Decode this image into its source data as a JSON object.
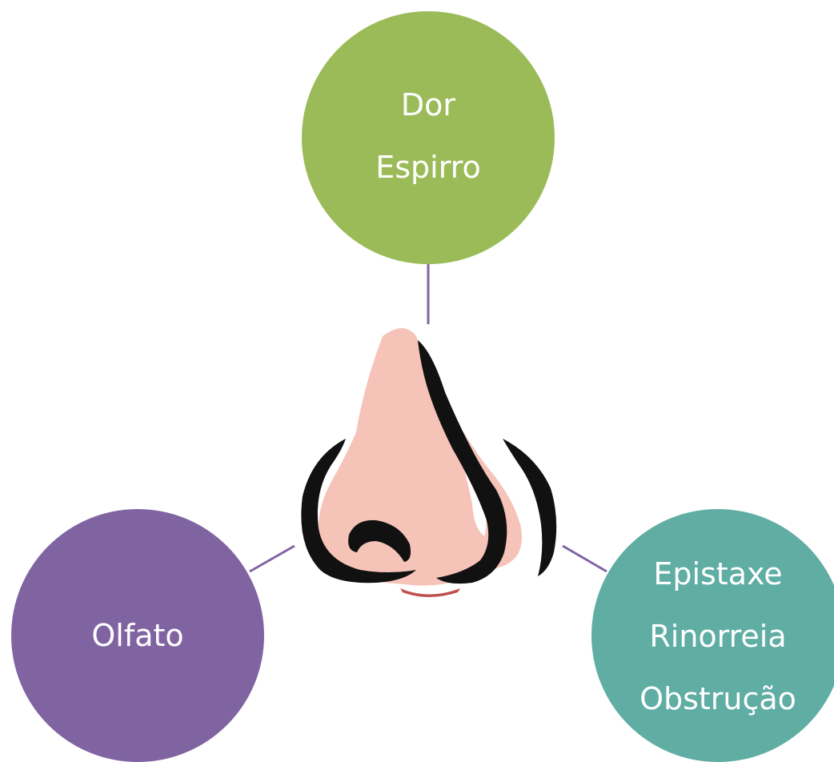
{
  "diagram": {
    "nodes": [
      {
        "id": "top",
        "lines": [
          "Dor",
          "Espirro"
        ],
        "color": "#9bbb59"
      },
      {
        "id": "left",
        "lines": [
          "Olfato"
        ],
        "color": "#8064a2"
      },
      {
        "id": "right",
        "lines": [
          "Epistaxe",
          "Rinorreia",
          "Obstrução"
        ],
        "color": "#5fada3"
      }
    ],
    "center_image": "nose-illustration",
    "connector_color": "#8064a2"
  }
}
